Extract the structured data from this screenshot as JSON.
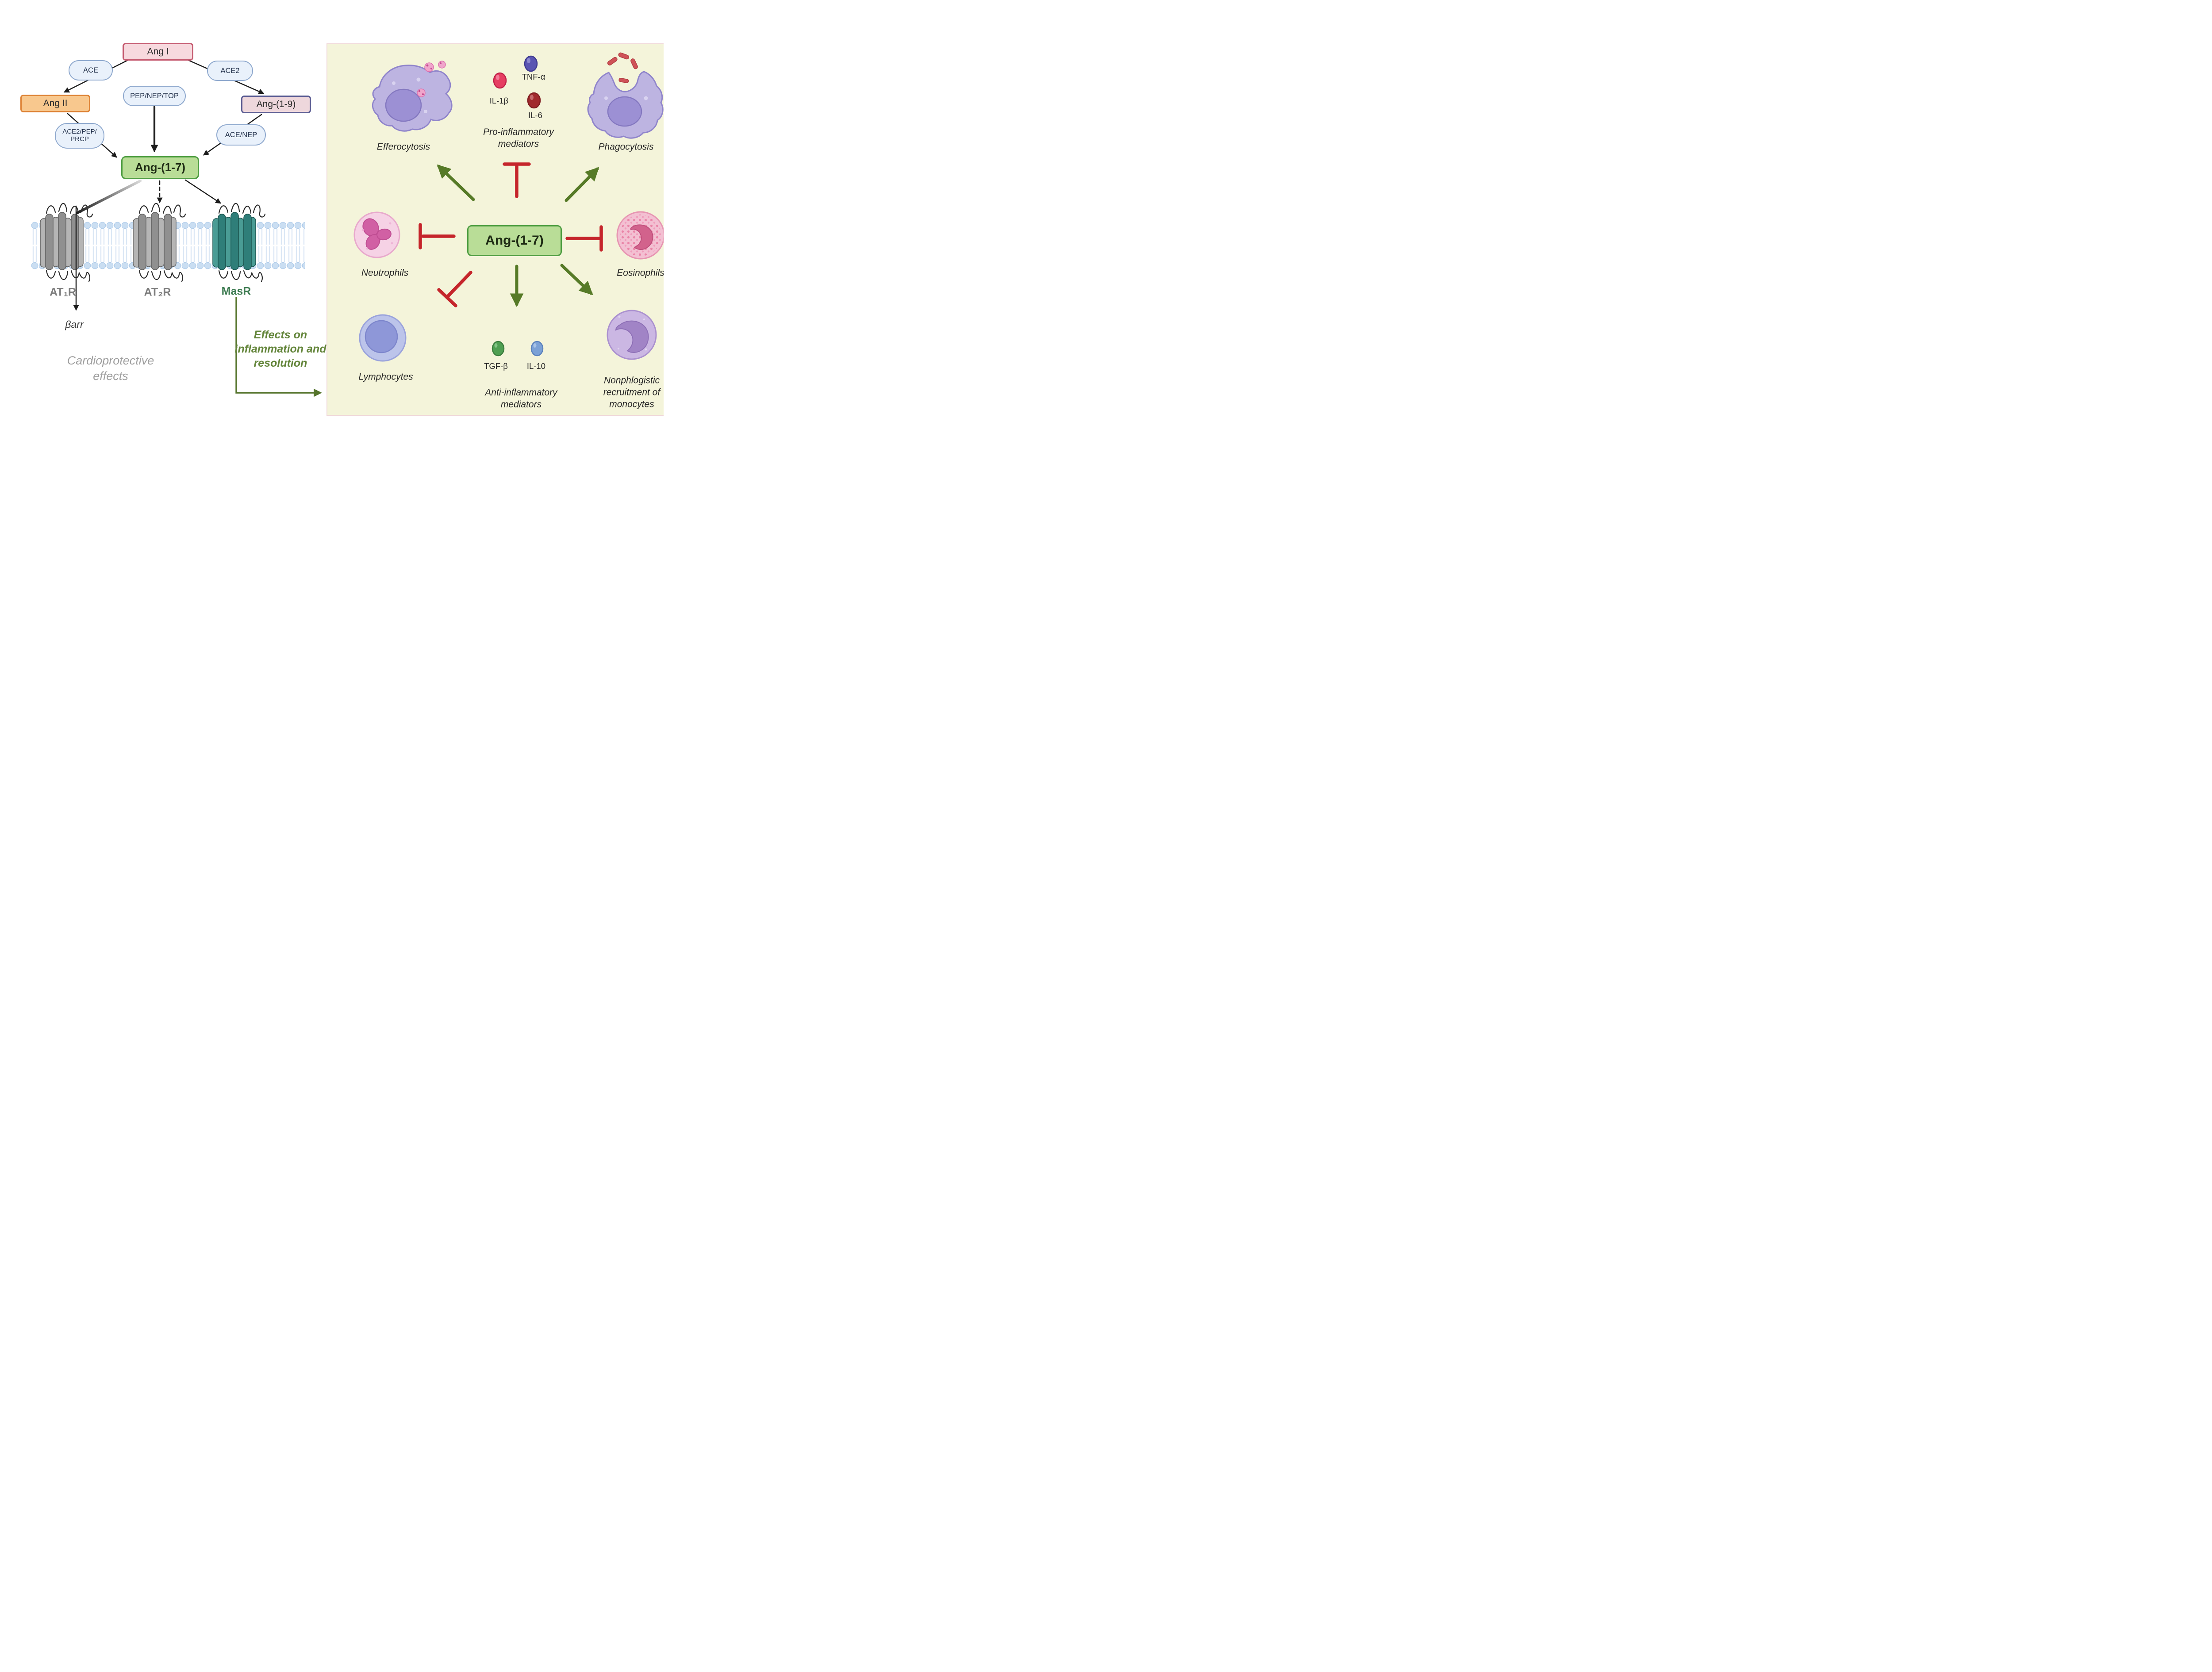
{
  "pathway": {
    "nodes": {
      "ang1": "Ang I",
      "ang2": "Ang II",
      "ang19": "Ang-(1-9)",
      "ang17": "Ang-(1-7)"
    },
    "enzymes": {
      "ace": "ACE",
      "ace2": "ACE2",
      "pep_nep_top": "PEP/NEP/TOP",
      "ace2_pep_prcp": [
        "ACE2/PEP/",
        "PRCP"
      ],
      "ace_nep": "ACE/NEP"
    },
    "receptors": {
      "at1r": "AT₁R",
      "at2r": "AT₂R",
      "masr": "MasR"
    },
    "downstream": {
      "barr": "βarr",
      "cardioprotective": "Cardioprotective effects",
      "inflammation_effects": "Effects on inflammation and resolution"
    },
    "edges": [
      {
        "from": "Ang I",
        "via": "ACE",
        "to": "Ang II"
      },
      {
        "from": "Ang I",
        "via": "ACE2",
        "to": "Ang-(1-9)"
      },
      {
        "from": "Ang I",
        "via": "PEP/NEP/TOP",
        "to": "Ang-(1-7)"
      },
      {
        "from": "Ang II",
        "via": "ACE2/PEP/PRCP",
        "to": "Ang-(1-7)"
      },
      {
        "from": "Ang-(1-9)",
        "via": "ACE/NEP",
        "to": "Ang-(1-7)"
      },
      {
        "from": "Ang-(1-7)",
        "to": "AT₁R"
      },
      {
        "from": "Ang-(1-7)",
        "to": "AT₂R"
      },
      {
        "from": "Ang-(1-7)",
        "to": "MasR"
      },
      {
        "from": "AT₁R",
        "to": "βarr"
      }
    ]
  },
  "panel": {
    "center_label": "Ang-(1-7)",
    "efferocytosis": "Efferocytosis",
    "phagocytosis": "Phagocytosis",
    "pro_mediators_title": "Pro-inflammatory mediators",
    "anti_mediators_title": "Anti-inflammatory mediators",
    "neutrophils": "Neutrophils",
    "eosinophils": "Eosinophils",
    "lymphocytes": "Lymphocytes",
    "monocytes": "Nonphlogistic recruitment of monocytes",
    "pro_mediators": [
      "TNF-α",
      "IL-1β",
      "IL-6"
    ],
    "anti_mediators": [
      "TGF-β",
      "IL-10"
    ],
    "relations": [
      {
        "target": "Efferocytosis",
        "effect": "promotes"
      },
      {
        "target": "Pro-inflammatory mediators",
        "effect": "inhibits"
      },
      {
        "target": "Phagocytosis",
        "effect": "promotes"
      },
      {
        "target": "Neutrophils",
        "effect": "inhibits"
      },
      {
        "target": "Eosinophils",
        "effect": "inhibits"
      },
      {
        "target": "Lymphocytes",
        "effect": "inhibits"
      },
      {
        "target": "Anti-inflammatory mediators",
        "effect": "promotes"
      },
      {
        "target": "Nonphlogistic recruitment of monocytes",
        "effect": "promotes"
      }
    ]
  },
  "colors": {
    "activation_green": "#567a27",
    "inhibition_red": "#c5252b",
    "ang17_fill": "#b9dd97",
    "ang17_border": "#4e9d42",
    "panel_bg": "#f4f4da",
    "receptor_gray": "#909090",
    "receptor_teal": "#2f7e79"
  }
}
